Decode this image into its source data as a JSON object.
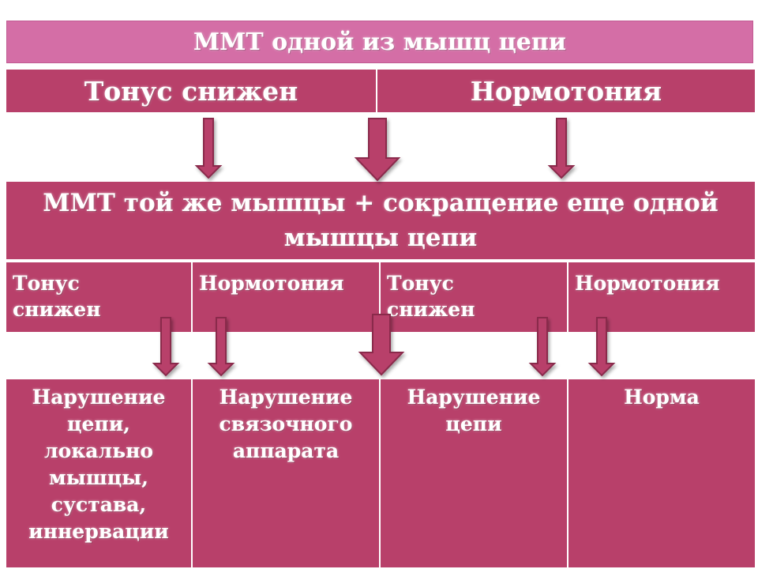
{
  "title": "ММТ одной из мышц цепи",
  "level1": [
    "Тонус снижен",
    "Нормотония"
  ],
  "middle": "ММТ той же мышцы + сокращение еще одной мышцы цепи",
  "level2": [
    "Тонус\nснижен",
    "Нормотония",
    "Тонус\nснижен",
    "Нормотония"
  ],
  "results": [
    "Нарушение\nцепи,\nлокально\nмышцы,\nсустава,\nиннервации",
    "Нарушение\nсвязочного\nаппарата",
    "Нарушение\nцепи",
    "Норма"
  ],
  "colors": {
    "header": "#d46ea6",
    "box": "#b8406a",
    "arrow_fill": "#b8406a",
    "arrow_stroke": "#8a2a4c"
  }
}
